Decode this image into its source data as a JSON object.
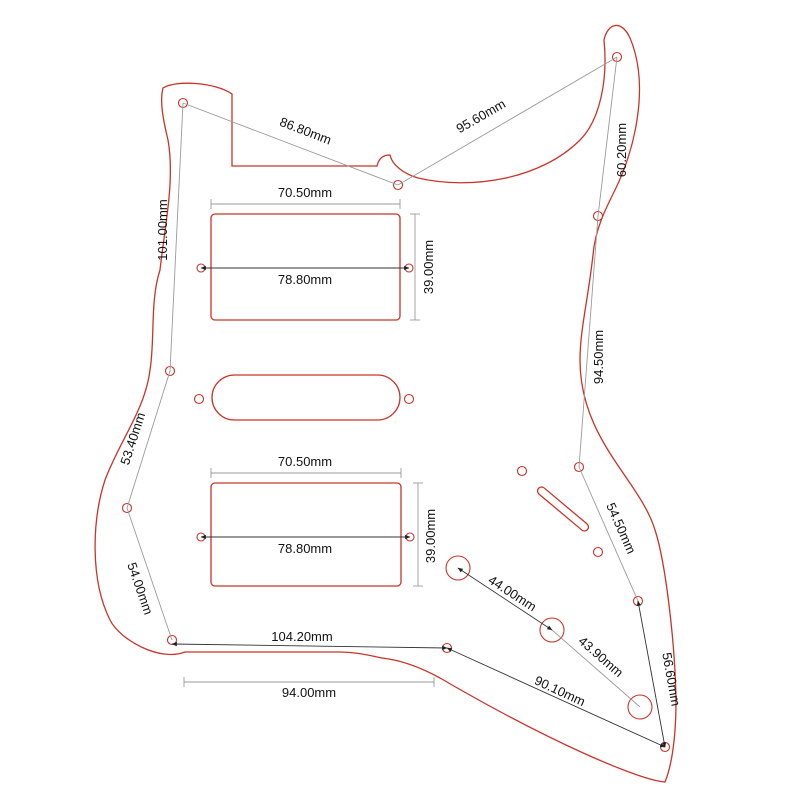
{
  "labels": {
    "d_86_80": "86.80mm",
    "d_95_60": "95.60mm",
    "d_60_20": "60.20mm",
    "d_101_00": "101.00mm",
    "d_70_50_top": "70.50mm",
    "d_78_80_top": "78.80mm",
    "d_39_00_top": "39.00mm",
    "d_94_50": "94.50mm",
    "d_53_40": "53.40mm",
    "d_70_50_bottom": "70.50mm",
    "d_78_80_bottom": "78.80mm",
    "d_39_00_bottom": "39.00mm",
    "d_54_50": "54.50mm",
    "d_54_00": "54.00mm",
    "d_44_00": "44.00mm",
    "d_43_90": "43.90mm",
    "d_56_60": "56.60mm",
    "d_104_20": "104.20mm",
    "d_90_10": "90.10mm",
    "d_94_00": "94.00mm"
  },
  "colors": {
    "outline": "#c8342a",
    "dimension_line": "#9a9a9a",
    "dimension_line_dark": "#333333",
    "text": "#111111"
  }
}
